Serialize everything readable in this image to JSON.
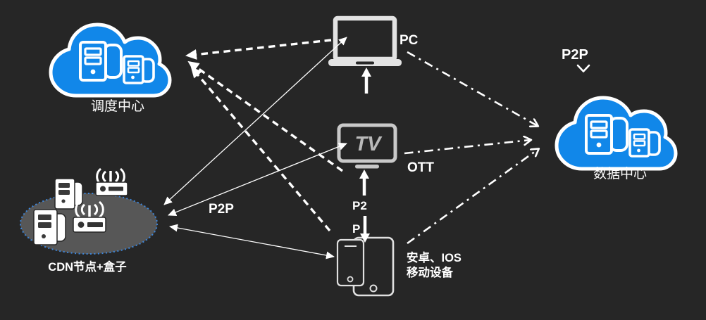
{
  "diagram_title": "P2P CDN streaming topology",
  "colors": {
    "background": "#262626",
    "cloud_blue": "#1187e9",
    "cloud_stroke": "#ffffff",
    "cdn_ellipse_fill": "#575757",
    "cdn_ellipse_border": "#3c86dc",
    "line_white": "#ffffff",
    "device_gray": "#d9d9d9",
    "tv_text_gray": "#b9b9b9"
  },
  "icons": {
    "dispatch_center": "cloud-servers-icon",
    "data_center": "cloud-servers-icon",
    "cdn": "server-tower-and-wifi-router-icons",
    "pc": "laptop-icon",
    "ott": "tv-icon",
    "mobile": "phone-and-tablet-icon"
  },
  "nodes": {
    "dispatch_center": {
      "label": "调度中心"
    },
    "data_center": {
      "label": "数据中心"
    },
    "cdn": {
      "label": "CDN节点+盒子"
    },
    "pc": {
      "label": "PC"
    },
    "tv": {
      "label": "OTT",
      "icon_text": "TV"
    },
    "mobile": {
      "label_line1": "安卓、IOS",
      "label_line2": "移动设备"
    }
  },
  "edge_labels": {
    "p2p_mid": "P2P",
    "p2p_tv_line1": "P2",
    "p2p_tv_line2": "P",
    "p2p_top": "P2P"
  },
  "edges": [
    {
      "from": "pc",
      "to": "dispatch_center",
      "style": "dashed-arrow"
    },
    {
      "from": "tv",
      "to": "dispatch_center",
      "style": "dashed-arrow"
    },
    {
      "from": "mobile",
      "to": "dispatch_center",
      "style": "dashed-arrow"
    },
    {
      "from": "cdn",
      "to": "pc",
      "style": "thin-double-arrow"
    },
    {
      "from": "cdn",
      "to": "tv",
      "style": "thin-double-arrow"
    },
    {
      "from": "cdn",
      "to": "mobile",
      "style": "thin-double-arrow",
      "label": "P2P"
    },
    {
      "from": "pc",
      "to": "data_center",
      "style": "dash-dot-arrow"
    },
    {
      "from": "tv",
      "to": "data_center",
      "style": "dash-dot-arrow"
    },
    {
      "from": "mobile",
      "to": "data_center",
      "style": "dash-dot-arrow"
    },
    {
      "from": "below",
      "to": "pc",
      "style": "thick-up-arrow"
    },
    {
      "from": "below",
      "to": "tv",
      "style": "thick-up-arrow",
      "label": "P2P"
    },
    {
      "from": "above",
      "to": "mobile",
      "style": "thick-down-arrow"
    },
    {
      "from": "above",
      "to": "data_center",
      "style": "chevron-down",
      "label": "P2P"
    }
  ]
}
